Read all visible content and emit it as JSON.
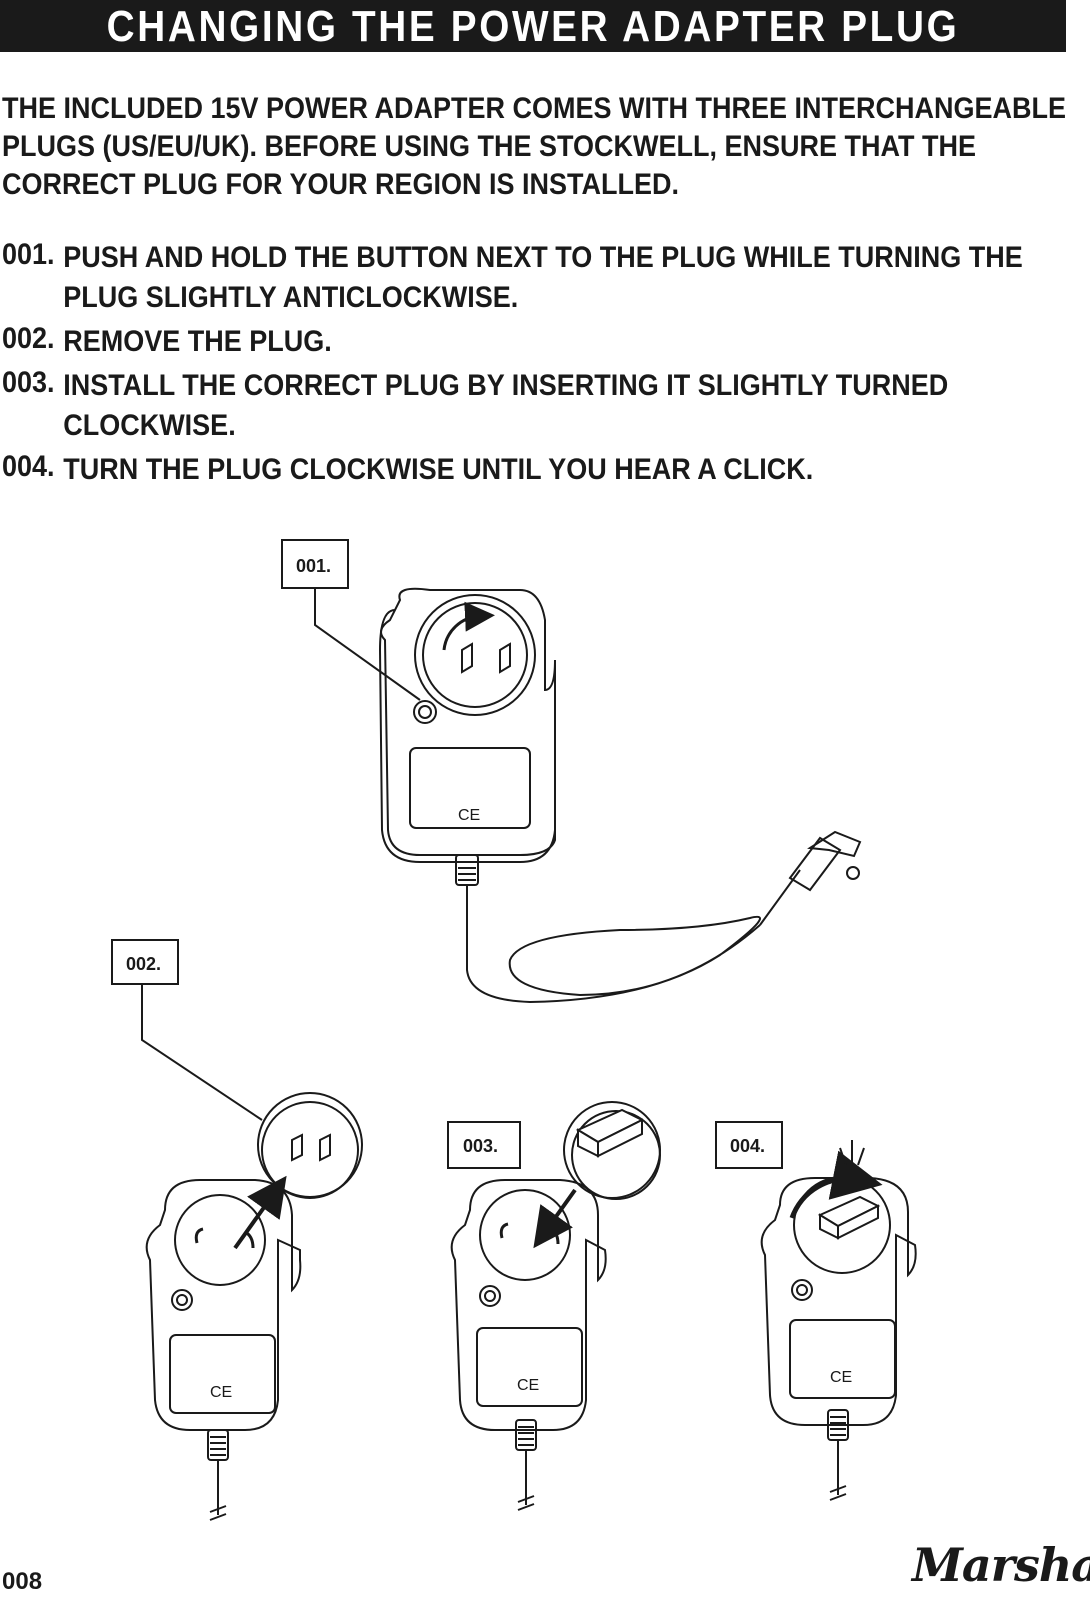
{
  "header": {
    "title": "CHANGING THE POWER ADAPTER PLUG"
  },
  "intro": {
    "lines": [
      "THE INCLUDED 15V POWER ADAPTER COMES WITH THREE INTERCHANGEABLE",
      "PLUGS (US/EU/UK). BEFORE USING THE STOCKWELL, ENSURE THAT THE",
      "CORRECT PLUG FOR YOUR REGION IS INSTALLED."
    ]
  },
  "steps": [
    {
      "number": "001.",
      "lines": [
        "PUSH AND HOLD THE BUTTON NEXT TO THE PLUG WHILE TURNING THE",
        "PLUG SLIGHTLY ANTICLOCKWISE."
      ]
    },
    {
      "number": "002.",
      "lines": [
        "REMOVE THE PLUG."
      ]
    },
    {
      "number": "003.",
      "lines": [
        "INSTALL THE CORRECT PLUG BY INSERTING IT SLIGHTLY TURNED",
        "CLOCKWISE."
      ]
    },
    {
      "number": "004.",
      "lines": [
        "TURN THE PLUG CLOCKWISE UNTIL YOU HEAR A CLICK."
      ]
    }
  ],
  "callouts": [
    "001.",
    "002.",
    "003.",
    "004."
  ],
  "adapter_mark": "CE",
  "footer": {
    "page_number": "008",
    "brand": "Marshall"
  },
  "icons": [
    "rotate-anticlockwise-arrow-icon",
    "remove-arrow-icon",
    "insert-arrow-icon",
    "rotate-clockwise-arrow-icon",
    "click-sound-icon"
  ]
}
